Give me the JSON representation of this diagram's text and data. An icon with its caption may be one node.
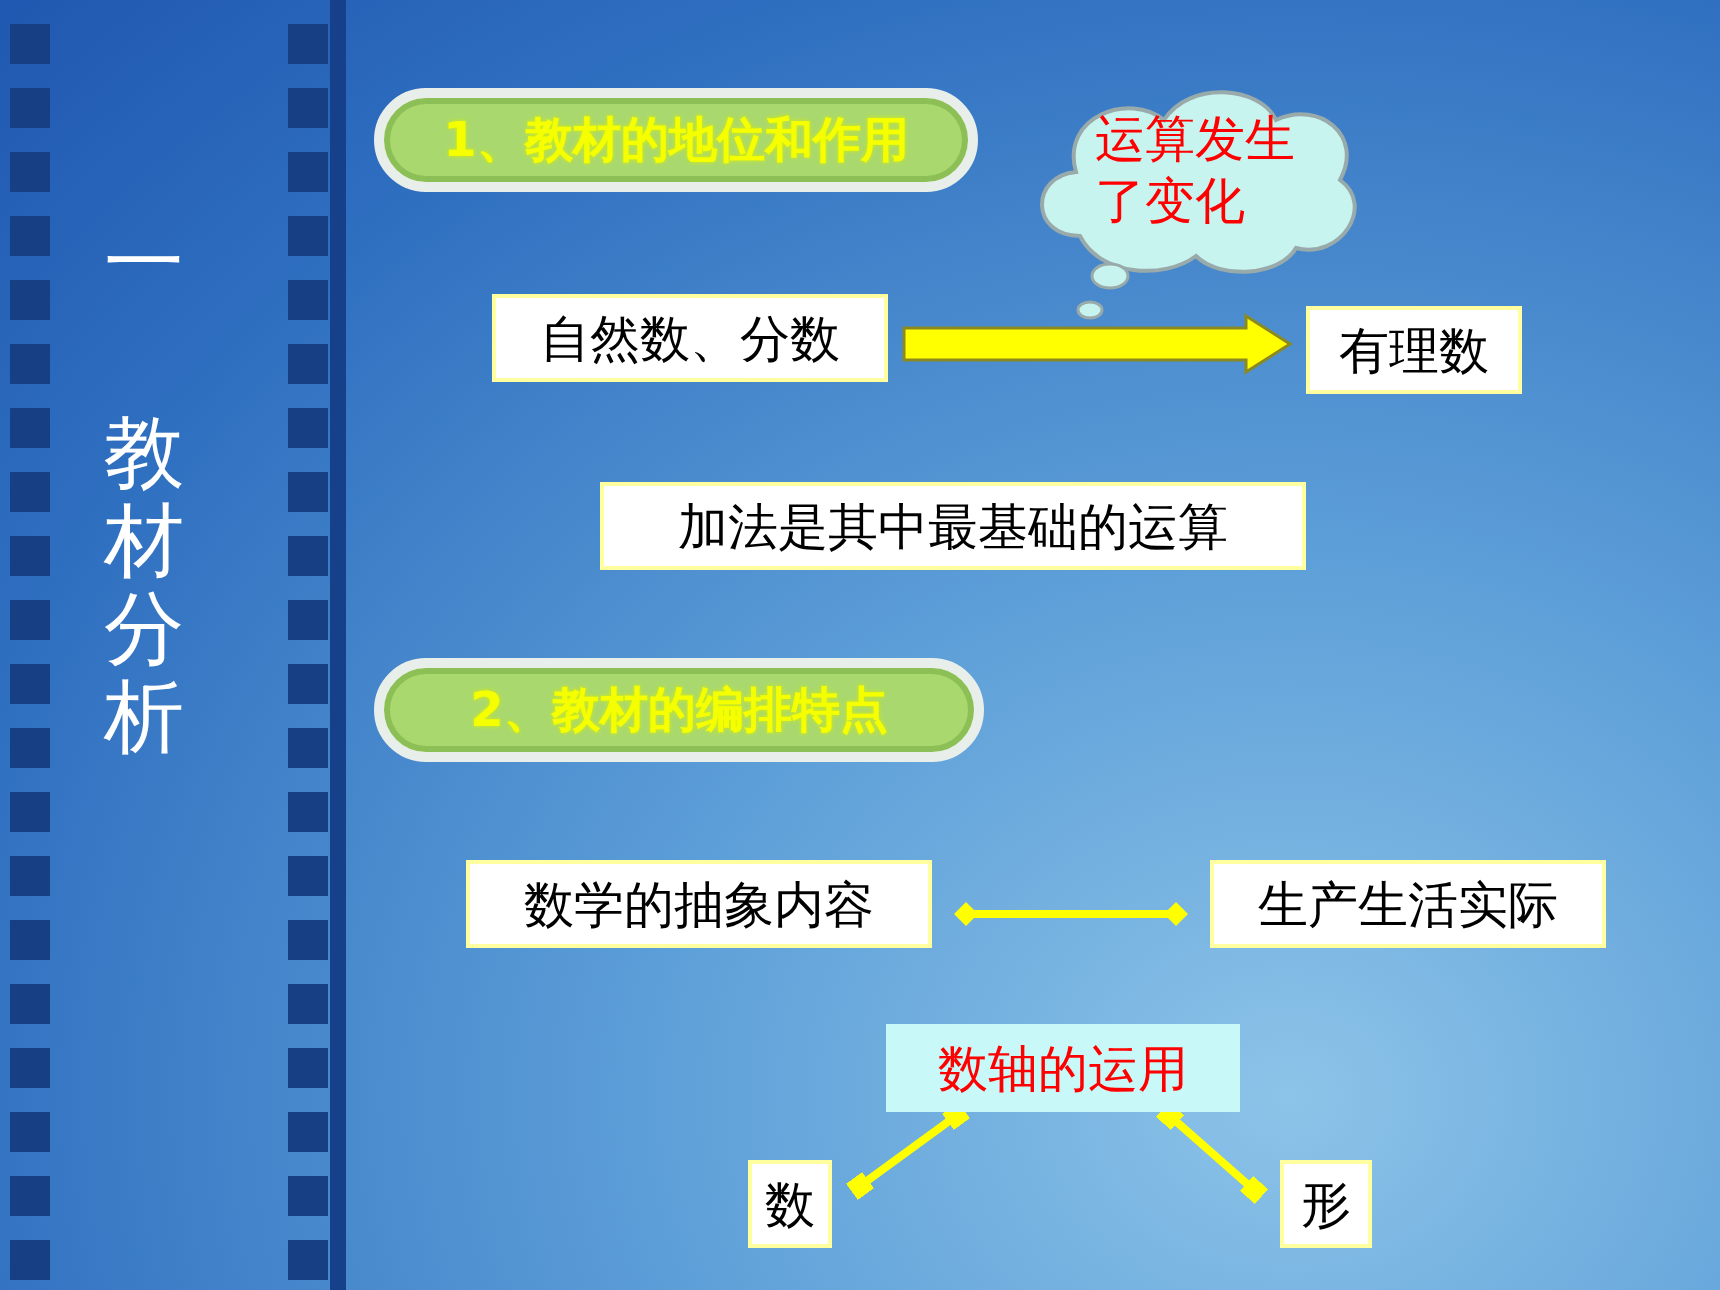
{
  "diagram": {
    "nodes": [
      {
        "text": [
          "1、教材的地位和作用"
        ]
      },
      {
        "text": [
          "运算发生了变化"
        ]
      },
      {
        "text": [
          "自然数、分数"
        ]
      },
      {
        "text": [
          "有理数"
        ]
      },
      {
        "text": [
          "加法是其中最基础的运算"
        ]
      },
      {
        "text": [
          "2、教材的编排特点"
        ]
      },
      {
        "text": [
          "数学的抽象内容"
        ]
      },
      {
        "text": [
          "生产生活实际"
        ]
      },
      {
        "text": [
          "数轴的运用"
        ]
      },
      {
        "text": [
          "数"
        ]
      },
      {
        "text": [
          "形"
        ]
      }
    ],
    "edges": [
      {
        "from": 2,
        "to": 3,
        "arrow": "to",
        "style": "thick"
      },
      {
        "from": 6,
        "to": 7,
        "arrow": "other"
      },
      {
        "from": 8,
        "to": 9,
        "arrow": "other"
      },
      {
        "from": 8,
        "to": 10,
        "arrow": "other"
      }
    ],
    "labels": [
      "一",
      "教材分析"
    ]
  }
}
